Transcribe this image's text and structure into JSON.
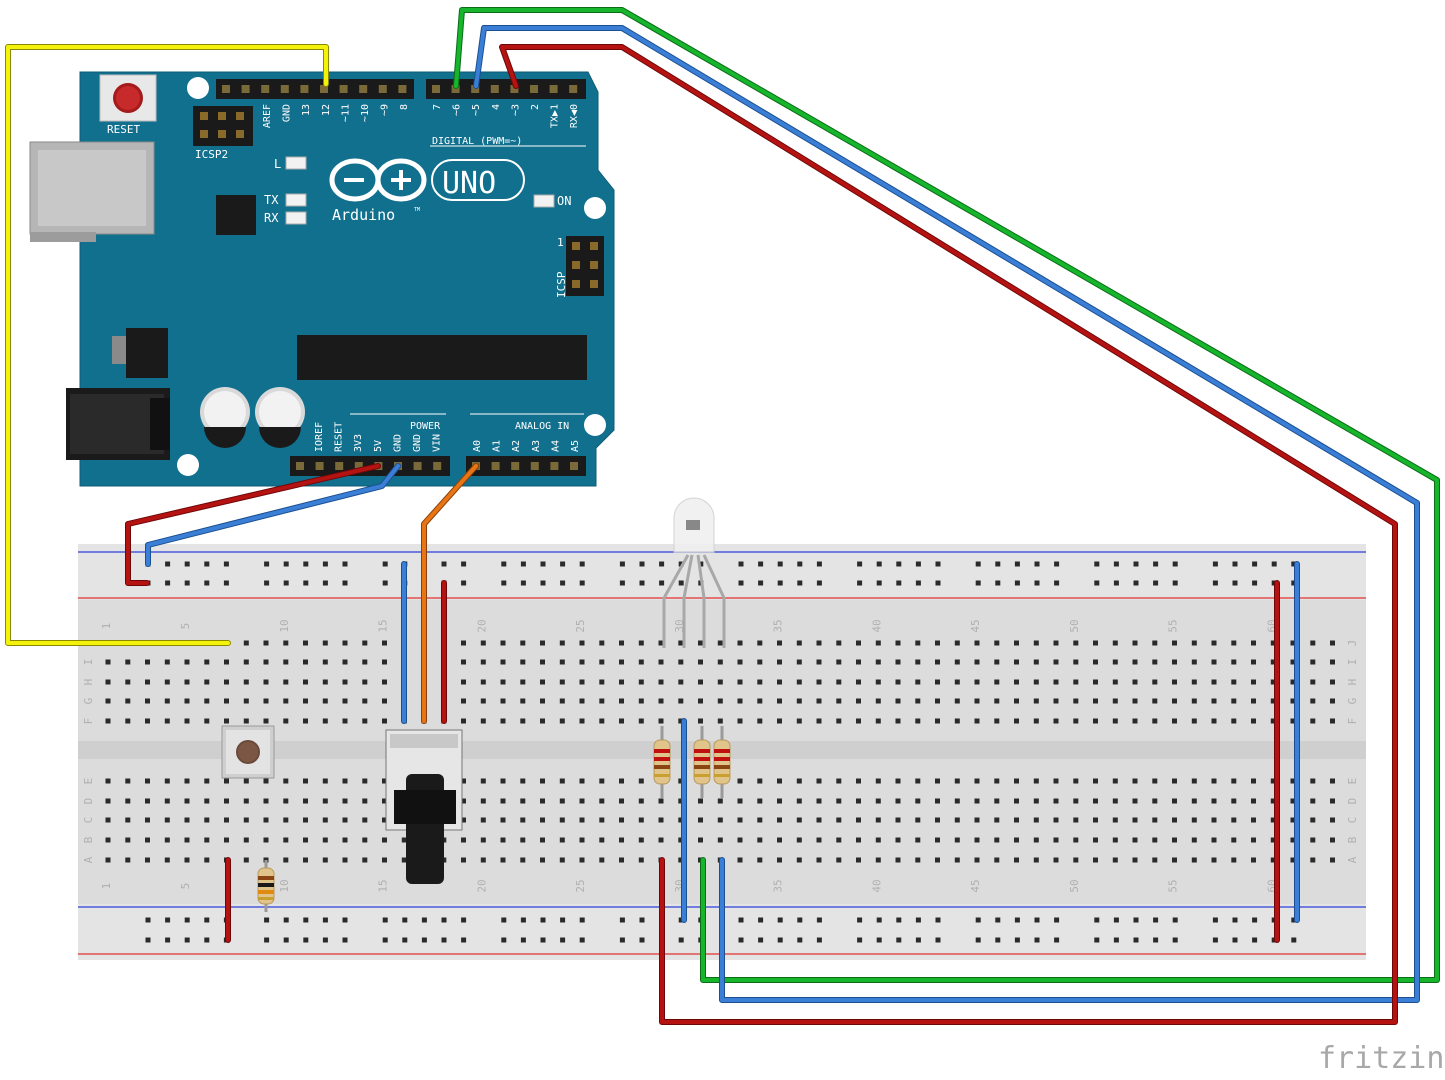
{
  "arduino": {
    "reset_label": "RESET",
    "icsp2_label": "ICSP2",
    "icsp_label": "ICSP",
    "icsp_pin1": "1",
    "digital_label": "DIGITAL (PWM=~)",
    "led_l": "L",
    "led_tx": "TX",
    "led_rx": "RX",
    "on_label": "ON",
    "uno_label": "UNO",
    "brand_label": "Arduino",
    "tm_label": "TM",
    "power_label": "POWER",
    "analog_label": "ANALOG IN",
    "top_pins_left": [
      "AREF",
      "GND",
      "13",
      "12",
      "~11",
      "~10",
      "~9",
      "8"
    ],
    "top_pins_right": [
      "7",
      "~6",
      "~5",
      "4",
      "~3",
      "2",
      "TX▶1",
      "RX◀0"
    ],
    "power_pins": [
      "IOREF",
      "RESET",
      "3V3",
      "5V",
      "GND",
      "GND",
      "VIN"
    ],
    "analog_pins": [
      "A0",
      "A1",
      "A2",
      "A3",
      "A4",
      "A5"
    ]
  },
  "breadboard": {
    "col_numbers": [
      "1",
      "5",
      "10",
      "15",
      "20",
      "25",
      "30",
      "35",
      "40",
      "45",
      "50",
      "55",
      "60"
    ],
    "row_letters_top": [
      "J",
      "I",
      "H",
      "G",
      "F"
    ],
    "row_letters_bottom": [
      "E",
      "D",
      "C",
      "B",
      "A"
    ]
  },
  "components": {
    "button": "pushbutton",
    "potentiometer": "potentiometer",
    "rgb_led": "RGB LED",
    "resistors": "resistor"
  },
  "wires": {
    "colors": {
      "yellow": "#f4f20a",
      "green": "#16b52b",
      "blue": "#3a7fd5",
      "red": "#b51212",
      "orange": "#e87514"
    }
  },
  "footer": {
    "brand": "fritzing"
  }
}
